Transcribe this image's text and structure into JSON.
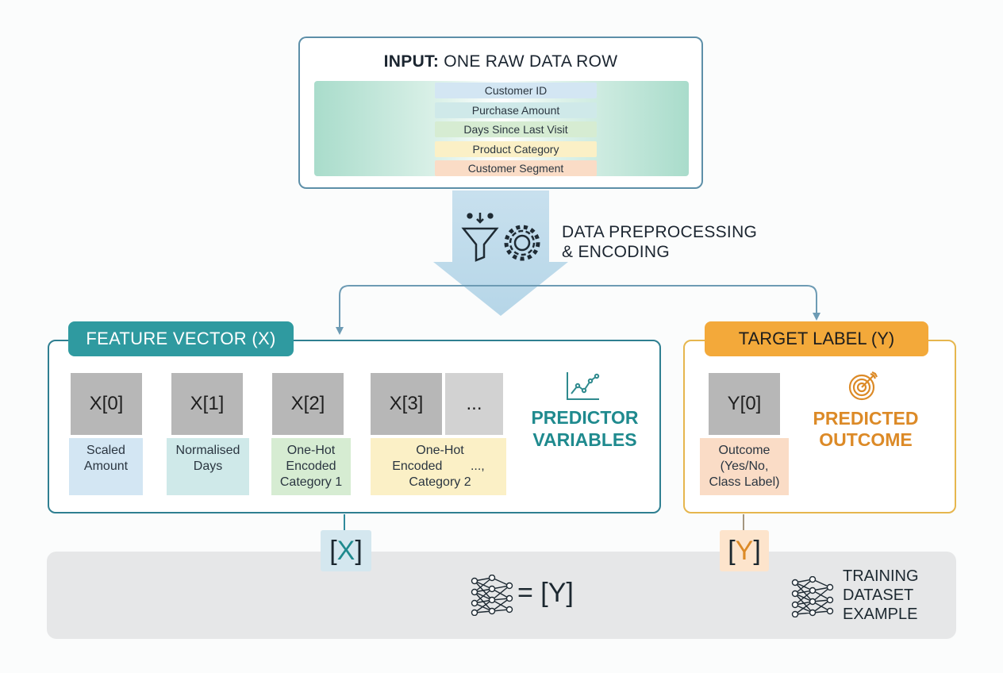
{
  "input": {
    "title_bold": "INPUT:",
    "title_rest": " ONE RAW DATA ROW",
    "fields": [
      {
        "label": "Customer ID",
        "color": "#d3e6f3"
      },
      {
        "label": "Purchase Amount",
        "color": "#cfe9e9"
      },
      {
        "label": "Days Since Last Visit",
        "color": "#d6ecd2"
      },
      {
        "label": "Product Category",
        "color": "#fbf0c6"
      },
      {
        "label": "Customer Segment",
        "color": "#fadcc6"
      }
    ]
  },
  "preprocessing": {
    "line1": "DATA PREPROCESSING",
    "line2": "&  ENCODING",
    "icons": [
      "funnel-icon",
      "gear-icon"
    ]
  },
  "feature": {
    "tab_label": "FEATURE VECTOR (X)",
    "boxes": [
      "X[0]",
      "X[1]",
      "X[2]",
      "X[3]",
      "..."
    ],
    "labels": [
      {
        "line1": "Scaled",
        "line2": "Amount",
        "color": "#d3e6f3"
      },
      {
        "line1": "Normalised",
        "line2": "Days",
        "color": "#cfe9e9"
      },
      {
        "line1": "One-Hot",
        "line2": "Encoded",
        "line3": "Category 1",
        "color": "#d6ecd2"
      },
      {
        "line1": "One-Hot",
        "line2": "Encoded",
        "line2b": "...,",
        "line3": "Category 2",
        "color": "#fbf0c6"
      }
    ],
    "predictor_line1": "PREDICTOR",
    "predictor_line2": "VARIABLES",
    "accent": "#2f9aa0"
  },
  "target": {
    "tab_label": "TARGET LABEL (Y)",
    "box": "Y[0]",
    "label_line1": "Outcome",
    "label_line2": "(Yes/No,",
    "label_line3": "Class Label)",
    "label_color": "#fadcc6",
    "predicted_line1": "PREDICTED",
    "predicted_line2": "OUTCOME",
    "accent": "#f3a93a"
  },
  "training": {
    "x_open": "[",
    "x_letter": "X",
    "x_close": "]",
    "y_open": "[",
    "y_letter": "Y",
    "y_close": "]",
    "equation": "= [Y]",
    "line1": "TRAINING",
    "line2": "DATASET",
    "line3": "EXAMPLE",
    "icons": [
      "neural-network-icon",
      "neural-network-icon"
    ]
  }
}
